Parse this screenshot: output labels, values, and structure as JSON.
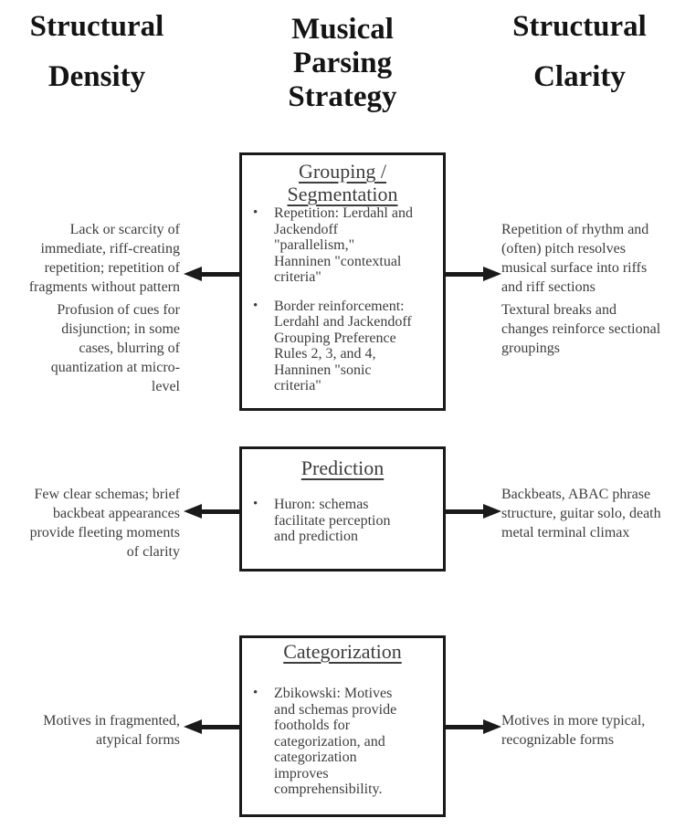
{
  "headers": {
    "left": "Structural\nDensity",
    "center": "Musical\nParsing\nStrategy",
    "right": "Structural\nClarity"
  },
  "rows": [
    {
      "strategy": {
        "title": "Grouping / Segmentation",
        "bullets": [
          "Repetition: Lerdahl and Jackendoff \"parallelism,\" Hanninen \"contextual criteria\"",
          "Border reinforcement: Lerdahl and Jackendoff Grouping Preference Rules 2, 3, and 4, Hanninen \"sonic criteria\""
        ]
      },
      "density_notes": [
        "Lack or scarcity of immediate, riff-creating repetition; repetition of fragments without pattern",
        "Profusion of cues for disjunction; in some cases, blurring of quantization at micro-level"
      ],
      "clarity_notes": [
        "Repetition of rhythm and (often) pitch resolves musical surface into riffs and riff sections",
        "Textural breaks and changes reinforce sectional groupings"
      ]
    },
    {
      "strategy": {
        "title": "Prediction",
        "bullets": [
          "Huron: schemas facilitate perception and prediction"
        ]
      },
      "density_notes": [
        "Few clear schemas; brief backbeat appearances provide fleeting moments of clarity"
      ],
      "clarity_notes": [
        "Backbeats, ABAC phrase structure, guitar solo, death metal terminal climax"
      ]
    },
    {
      "strategy": {
        "title": "Categorization",
        "bullets": [
          "Zbikowski: Motives and schemas provide footholds for categorization, and categorization improves comprehensibility."
        ]
      },
      "density_notes": [
        "Motives in fragmented, atypical forms"
      ],
      "clarity_notes": [
        "Motives in more typical, recognizable forms"
      ]
    }
  ],
  "colors": {
    "background": "#ffffff",
    "header_text": "#141414",
    "body_text": "#3d3d3d",
    "line": "#1a1a1a"
  }
}
